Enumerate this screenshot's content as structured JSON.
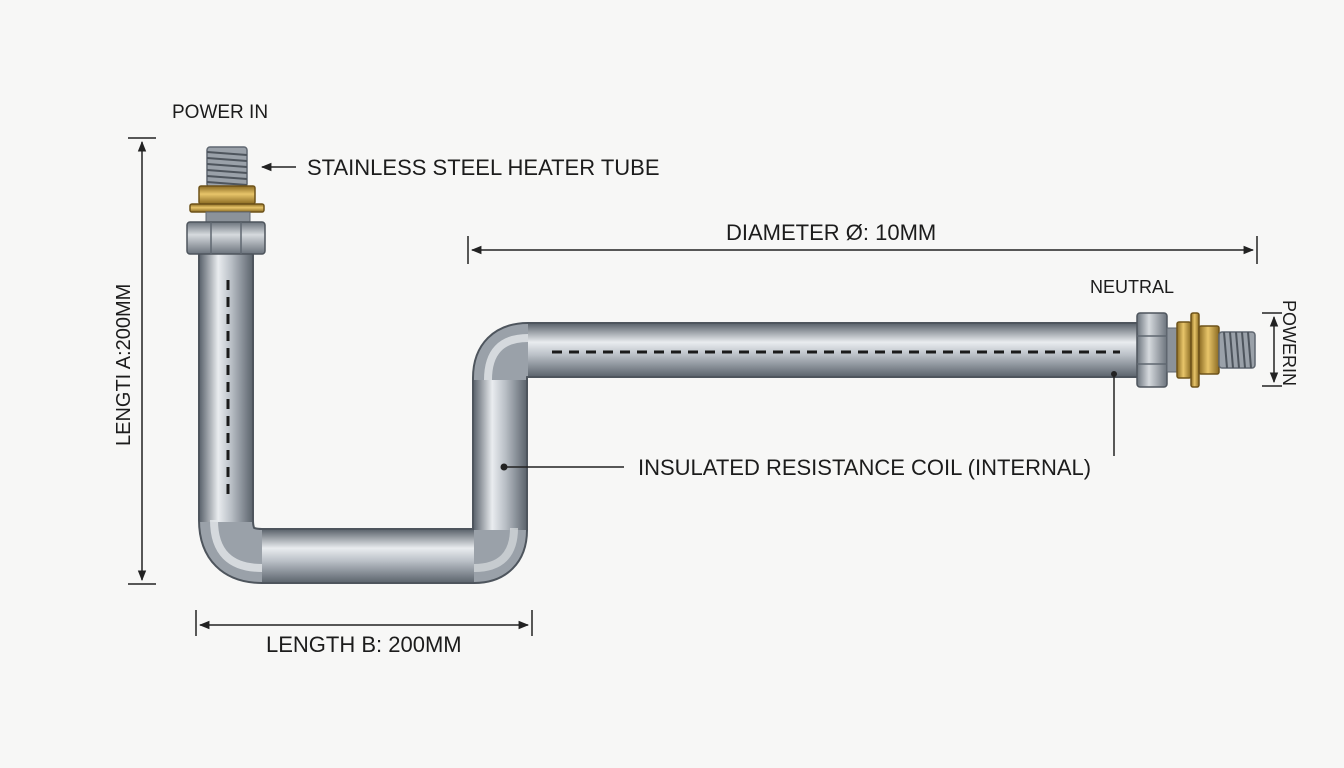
{
  "diagram": {
    "labels": {
      "power_in_top": "POWER IN",
      "tube": "STAINLESS STEEL HEATER TUBE",
      "diameter": "DIAMETER Ø: 10MM",
      "neutral": "NEUTRAL",
      "power_in_right": "POWERIN",
      "length_a": "LENGTI A:200MM",
      "coil": "INSULATED RESISTANCE COIL (INTERNAL)",
      "length_b": "LENGTH B: 200MM"
    },
    "colors": {
      "tube_light": "#e9ecef",
      "tube_mid": "#a9b0b8",
      "tube_dark": "#5f6770",
      "brass": "#c9a24a",
      "nut": "#9aa2ab",
      "line": "#222222"
    }
  }
}
